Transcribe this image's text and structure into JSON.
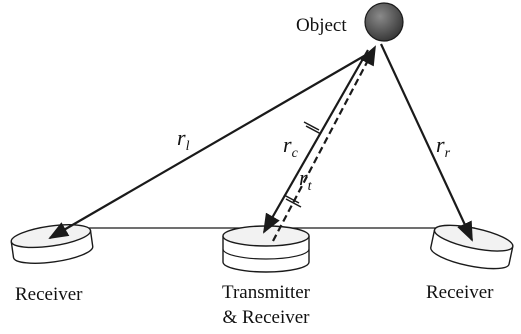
{
  "labels": {
    "object": "Object",
    "receiver_left": "Receiver",
    "transmitter_line1": "Transmitter",
    "transmitter_line2": "& Receiver",
    "receiver_right": "Receiver"
  },
  "distances": {
    "left": {
      "symbol": "r",
      "subscript": "l"
    },
    "center": {
      "symbol": "r",
      "subscript": "c"
    },
    "tx": {
      "symbol": "r",
      "subscript": "t"
    },
    "right": {
      "symbol": "r",
      "subscript": "r"
    }
  },
  "colors": {
    "stroke": "#1a1a1a",
    "object_fill": "#555555",
    "disk_fill": "#ffffff"
  }
}
